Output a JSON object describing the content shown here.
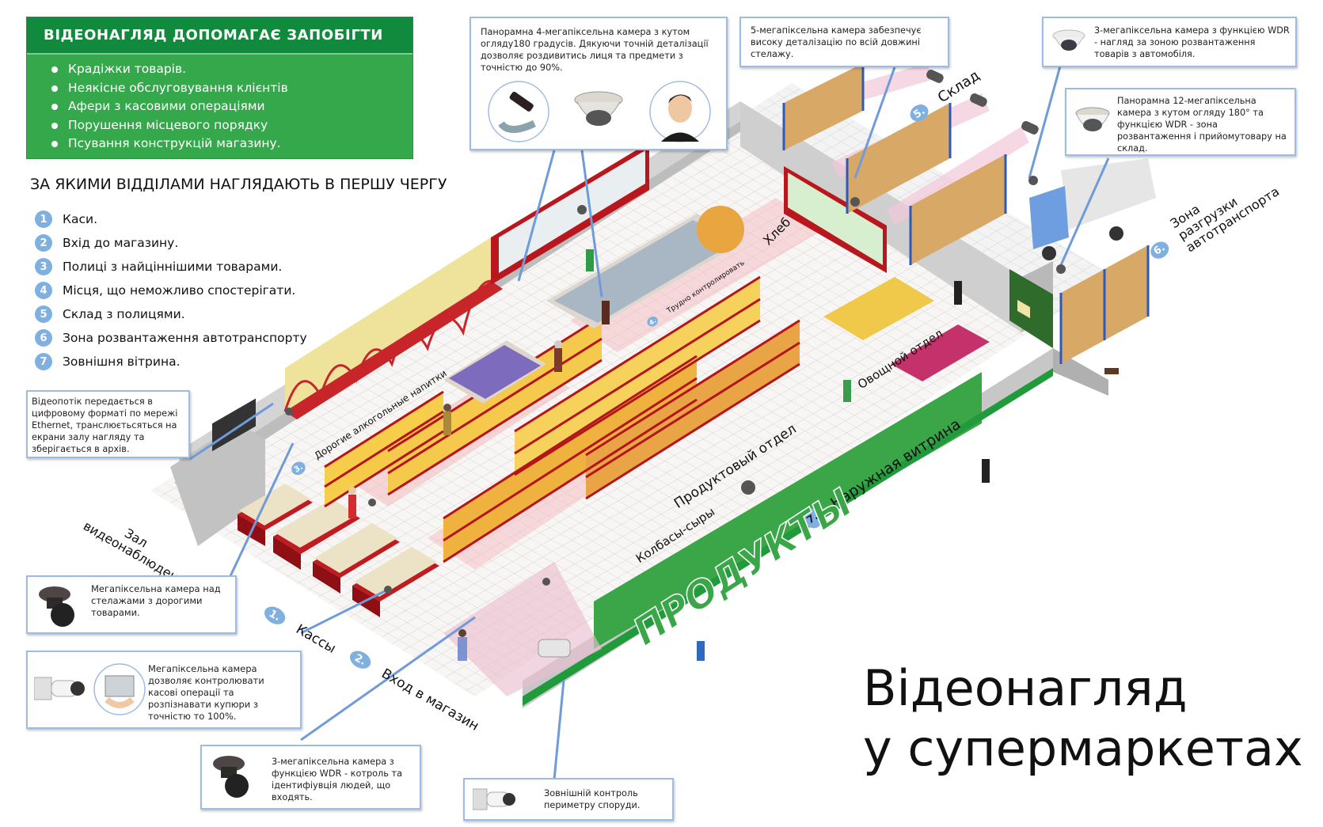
{
  "prevent_box": {
    "title": "ВІДЕОНАГЛЯД ДОПОМАГАЄ ЗАПОБІГТИ",
    "items": [
      "Крадіжки товарів.",
      "Неякісне обслуговування клієнтів",
      "Афери з касовими операціями",
      "Порушення місцевого порядку",
      "Псування конструкцій магазину."
    ]
  },
  "departments": {
    "title": "ЗА ЯКИМИ ВІДДІЛАМИ НАГЛЯДАЮТЬ В ПЕРШУ ЧЕРГУ",
    "items": [
      {
        "num": "1",
        "label": "Каси."
      },
      {
        "num": "2",
        "label": "Вхід до магазину."
      },
      {
        "num": "3",
        "label": "Полиці з найціннішими товарами."
      },
      {
        "num": "4",
        "label": "Місця, що неможливо спостерігати."
      },
      {
        "num": "5",
        "label": "Склад з полицями."
      },
      {
        "num": "6",
        "label": "Зона розвантаження автотранспорту"
      },
      {
        "num": "7",
        "label": "Зовнішня вітрина."
      }
    ]
  },
  "callouts": {
    "panoramic_4mp": "Панорамна 4-мегапіксельна камера з кутом огляду180 градусів. Дякуючи точній деталізації дозволяє роздивитись лиця та предмети з точністю до 90%.",
    "camera_5mp": "5-мегапіксельна камера забезпечує високу деталізацію по всій довжині стелажу.",
    "camera_3mp_wdr_unload": "3-мегапіксельна камера з функцією WDR - нагляд за зоною розвантаження товарів з автомобіля.",
    "panoramic_12mp": "Панорамна 12-мегапіксельна камера з кутом огляду 180° та функцією WDR - зона розвантаження і прийомутовару на склад.",
    "video_stream": "Відеопотік передається в цифровому форматі по мережі Ethernet, транслюєтьсяться на екрани  залу нагляду та зберігається в архів.",
    "megapixel_shelves": "Мегапіксельна камера над стелажами з дорогими товарами.",
    "megapixel_cash": "Мегапіксельна камера дозволяє контролювати касові операції та розпізнавати купюри з точністю то 100%.",
    "camera_3mp_entrance": "3-мегапіксельна камера з функцією WDR - котроль та ідентифіувція людей, що входять.",
    "perimeter": "Зовнішній контроль периметру споруди."
  },
  "scene_labels": {
    "zone1": {
      "num": "1.",
      "label": "Кассы"
    },
    "zone2": {
      "num": "2.",
      "label": "Вход в магазин"
    },
    "zone3": {
      "num": "3.",
      "label": "Дорогие алкогольные напитки"
    },
    "zone4": {
      "num": "4.",
      "label": "Трудно контролировать"
    },
    "zone5": {
      "num": "5.",
      "label": "Склад"
    },
    "zone6": {
      "num": "6.",
      "label": "Зона разгрузки автотранспорта"
    },
    "zone7": {
      "num": "7.",
      "label": "Наружная витрина"
    },
    "surveillance_hall": "Зал видеонаблюдения",
    "bread": "Хлеб",
    "grocery": "Продуктовый отдел",
    "sausage_cheese": "Колбасы-сыры",
    "vegetables": "Овощной отдел",
    "store_sign": "ПРОДУКТЫ"
  },
  "main_title": {
    "line1": "Відеонагляд",
    "line2": "у супермаркетах"
  },
  "colors": {
    "green_dark": "#128a3e",
    "green": "#34a84a",
    "callout_border": "#9dbbe4",
    "badge_blue": "#7fb0df",
    "shelf_red": "#b3151b",
    "zone_pink": "#f4b9bf"
  }
}
